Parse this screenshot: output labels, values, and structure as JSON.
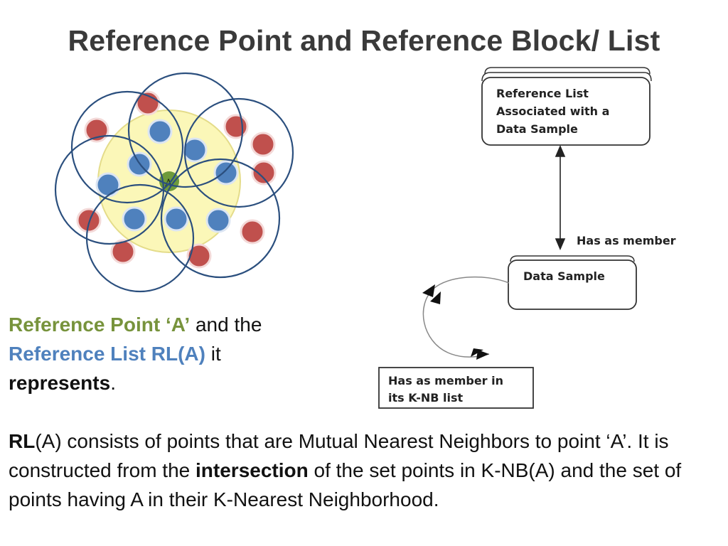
{
  "title": "Reference Point and Reference Block/ List",
  "cluster": {
    "center_label": "A"
  },
  "flow": {
    "box_reference_list": [
      "Reference List",
      "Associated with a",
      "Data Sample"
    ],
    "edge_has_as_member": "Has as member",
    "box_data_sample": "Data Sample",
    "box_knb": [
      "Has as member in",
      "its K-NB list"
    ]
  },
  "caption": {
    "ref_point": "Reference Point ‘A’",
    "and_the": " and the",
    "ref_list": "Reference List  RL(A)",
    "it": " it",
    "represents": "represents",
    "period": "."
  },
  "body": {
    "rl": "RL",
    "p1": "(A) consists of points that are Mutual Nearest Neighbors to point ‘A’. It is constructed from the ",
    "intersection": "intersection",
    "p2": " of the set points in K-NB(A) and the set of points having A in their K-Nearest Neighborhood."
  },
  "colors": {
    "green_accent": "#77933c",
    "blue_accent": "#4f81bd",
    "red_point": "#c0504d",
    "blue_point": "#4f81bd",
    "circle_stroke": "#2b4f7e",
    "core_fill": "#fbf7b8"
  }
}
